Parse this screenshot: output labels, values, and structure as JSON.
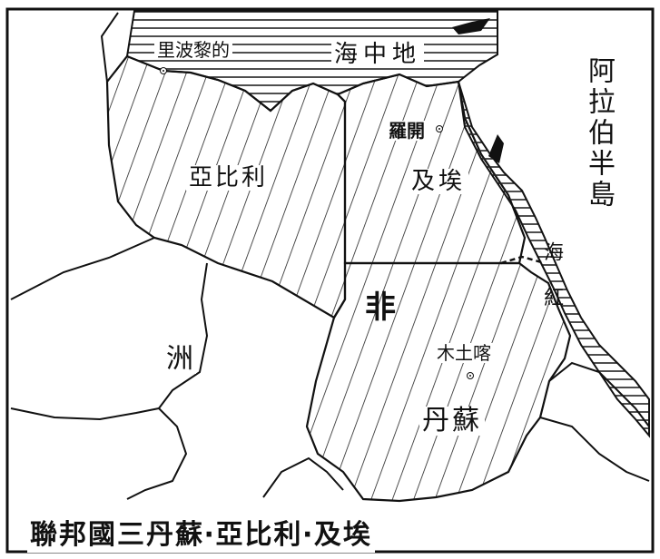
{
  "map": {
    "title": "聯邦國三丹蘇‧亞比利‧及埃",
    "sea_mediterranean": "海中地",
    "sea_red": "海紅",
    "peninsula": "阿拉伯半島",
    "continent": "非洲",
    "continent_top": "非",
    "continent_bottom": "洲",
    "country_libya": "亞比利",
    "country_egypt": "及埃",
    "country_sudan": "丹蘇",
    "city_tripoli": "里波黎的",
    "city_cairo": "羅開",
    "city_khartoum": "木土喀",
    "colors": {
      "ink": "#111111",
      "paper": "#ffffff"
    }
  }
}
